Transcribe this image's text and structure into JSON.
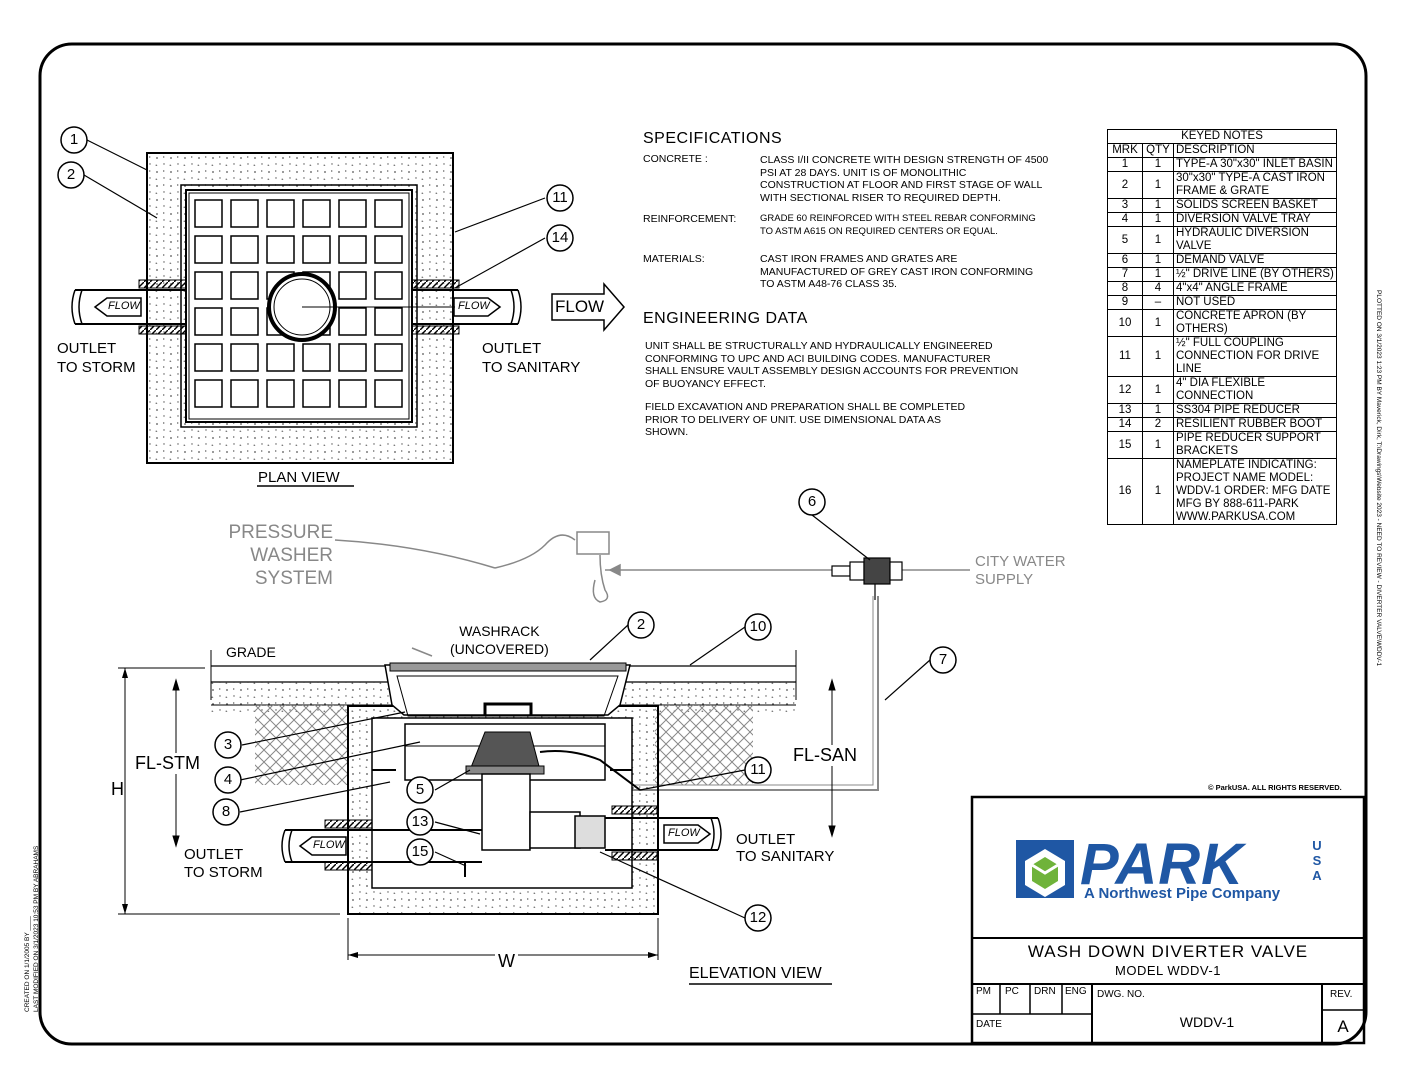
{
  "plan_view": {
    "title": "PLAN VIEW",
    "flow_labels": [
      "FLOW",
      "FLOW"
    ],
    "big_flow": "FLOW",
    "outlet_left": [
      "OUTLET",
      "TO STORM"
    ],
    "outlet_right": [
      "OUTLET",
      "TO SANITARY"
    ],
    "callouts": [
      "1",
      "2",
      "11",
      "14"
    ]
  },
  "specifications": {
    "title": "SPECIFICATIONS",
    "items": [
      {
        "label": "CONCRETE :",
        "lines": [
          "CLASS I/II CONCRETE WITH DESIGN STRENGTH OF 4500",
          "PSI AT 28 DAYS.  UNIT IS OF MONOLITHIC",
          "CONSTRUCTION AT FLOOR AND FIRST STAGE OF WALL",
          "WITH SECTIONAL RISER TO REQUIRED DEPTH."
        ]
      },
      {
        "label": "REINFORCEMENT:",
        "lines": [
          "GRADE 60 REINFORCED WITH STEEL REBAR CONFORMING",
          "TO ASTM A615 ON REQUIRED CENTERS OR EQUAL."
        ]
      },
      {
        "label": "MATERIALS:",
        "lines": [
          "CAST IRON FRAMES AND GRATES ARE",
          "MANUFACTURED  OF GREY CAST IRON CONFORMING",
          "TO ASTM A48-76 CLASS 35."
        ]
      }
    ]
  },
  "engineering": {
    "title": "ENGINEERING DATA",
    "para1": [
      "UNIT SHALL BE STRUCTURALLY AND HYDRAULICALLY ENGINEERED",
      "CONFORMING TO UPC AND ACI BUILDING CODES.  MANUFACTURER",
      "SHALL ENSURE VAULT ASSEMBLY DESIGN ACCOUNTS FOR PREVENTION",
      "OF BUOYANCY EFFECT."
    ],
    "para2": [
      "FIELD EXCAVATION AND PREPARATION SHALL BE COMPLETED",
      "PRIOR TO DELIVERY OF UNIT.  USE DIMENSIONAL DATA AS",
      "SHOWN."
    ]
  },
  "keyed_notes": {
    "title": "KEYED NOTES",
    "headers": [
      "MRK",
      "QTY",
      "DESCRIPTION"
    ],
    "rows": [
      {
        "mrk": "1",
        "qty": "1",
        "desc": "TYPE-A 30\"x30\" INLET BASIN"
      },
      {
        "mrk": "2",
        "qty": "1",
        "desc": "30\"x30\" TYPE-A CAST IRON FRAME & GRATE"
      },
      {
        "mrk": "3",
        "qty": "1",
        "desc": "SOLIDS SCREEN BASKET"
      },
      {
        "mrk": "4",
        "qty": "1",
        "desc": "DIVERSION VALVE TRAY"
      },
      {
        "mrk": "5",
        "qty": "1",
        "desc": "HYDRAULIC DIVERSION VALVE"
      },
      {
        "mrk": "6",
        "qty": "1",
        "desc": "DEMAND VALVE"
      },
      {
        "mrk": "7",
        "qty": "1",
        "desc": "½\" DRIVE LINE (BY OTHERS)"
      },
      {
        "mrk": "8",
        "qty": "4",
        "desc": "4\"x4\" ANGLE FRAME"
      },
      {
        "mrk": "9",
        "qty": "–",
        "desc": "NOT USED"
      },
      {
        "mrk": "10",
        "qty": "1",
        "desc": "CONCRETE APRON (BY OTHERS)"
      },
      {
        "mrk": "11",
        "qty": "1",
        "desc": "½\" FULL COUPLING CONNECTION FOR DRIVE LINE"
      },
      {
        "mrk": "12",
        "qty": "1",
        "desc": "4\" DIA FLEXIBLE CONNECTION"
      },
      {
        "mrk": "13",
        "qty": "1",
        "desc": "SS304 PIPE REDUCER"
      },
      {
        "mrk": "14",
        "qty": "2",
        "desc": "RESILIENT RUBBER BOOT"
      },
      {
        "mrk": "15",
        "qty": "1",
        "desc": "PIPE REDUCER SUPPORT BRACKETS"
      },
      {
        "mrk": "16",
        "qty": "1",
        "desc": "NAMEPLATE INDICATING: PROJECT NAME MODEL: WDDV-1 ORDER: MFG DATE MFG BY 888-611-PARK WWW.PARKUSA.COM"
      }
    ]
  },
  "elevation": {
    "title": "ELEVATION VIEW",
    "pressure": [
      "PRESSURE",
      "WASHER SYSTEM"
    ],
    "city_water": [
      "CITY WATER",
      "SUPPLY"
    ],
    "grade": "GRADE",
    "washrack": [
      "WASHRACK",
      "(UNCOVERED)"
    ],
    "fl_stm": "FL-STM",
    "fl_san": "FL-SAN",
    "h": "H",
    "w": "W",
    "outlet_left": [
      "OUTLET",
      "TO STORM"
    ],
    "outlet_right": [
      "OUTLET",
      "TO SANITARY"
    ],
    "flow_labels": [
      "FLOW",
      "FLOW"
    ],
    "callouts": [
      "6",
      "2",
      "10",
      "7",
      "3",
      "4",
      "5",
      "8",
      "11",
      "13",
      "15",
      "12"
    ]
  },
  "copyright": "© ParkUSA. ALL RIGHTS RESERVED.",
  "side_left": [
    "CREATED ON 1/1/2005 BY ____",
    "LAST MODIFIED ON 3/1/2023 10:53 PM BY ABRAHAMS"
  ],
  "side_right": "PLOTTED ON 3/1/2023 1:23 PM BY Maverick, Dirk, T:\\Drawings\\Website 2023 - NEED TO REVIEW - DIVERTER VALVE\\WDDV-1",
  "logo": {
    "word": "PARK",
    "usa": "USA",
    "tagline": "A Northwest Pipe Company",
    "blue": "#1f57a4",
    "green": "#6fb33a"
  },
  "title_block": {
    "title": "WASH DOWN DIVERTER VALVE",
    "model": "MODEL WDDV-1",
    "roles": [
      "PM",
      "PC",
      "DRN",
      "ENG"
    ],
    "date_label": "DATE",
    "dwg_label": "DWG. NO.",
    "dwg_no": "WDDV-1",
    "rev_label": "REV.",
    "rev": "A"
  }
}
